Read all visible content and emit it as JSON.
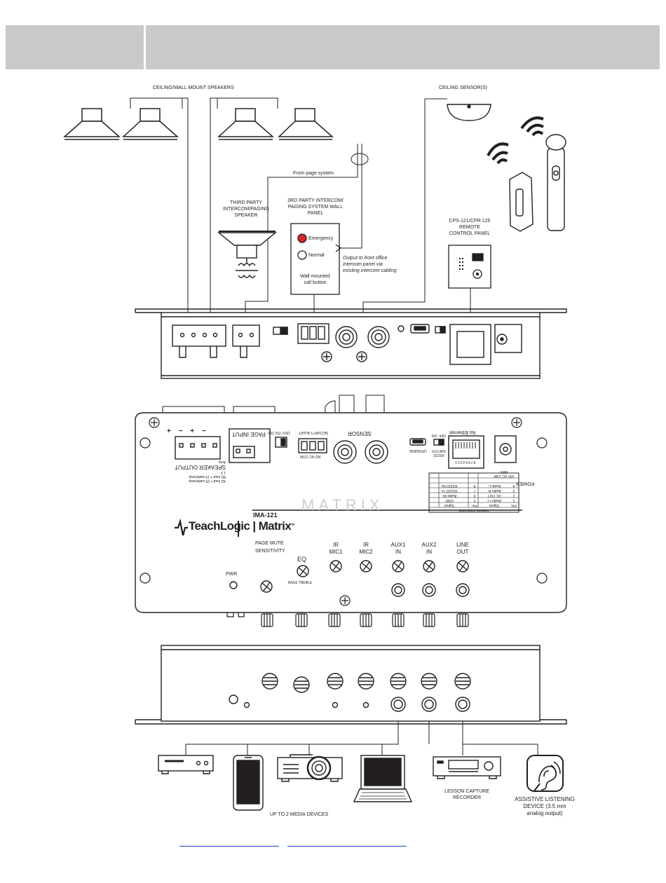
{
  "labels": {
    "speakers": "CEILING/WALL MOUNT SPEAKERS",
    "sensor": "CEILING SENSOR(S)",
    "from_page": "From page system",
    "third_party_speaker": [
      "THIRD PARTY",
      "INTERCOM/PAGING",
      "SPEAKER"
    ],
    "intercom_panel": [
      "3RD PARTY INTERCOM/",
      "PAGING SYSTEM WALL",
      "PANEL"
    ],
    "emergency": "Emergency",
    "normal": "Normal",
    "wall_button": [
      "Wall mounted",
      "call button"
    ],
    "output_front": [
      "Output to front office",
      "intercom panel via",
      "existing intercom cabling"
    ],
    "remote_panel": [
      "CPS-121/CPR-125",
      "REMOTE",
      "CONTROL PANEL"
    ],
    "media_devices": "UP TO 2 MEDIA DEVICES",
    "lesson_capture": [
      "LESSON CAPTURE",
      "RECORDER"
    ],
    "assistive": [
      "ASSISTIVE LISTENING",
      "DEVICE (3.5 mm",
      "analog output)"
    ]
  },
  "front_panel": {
    "brand": "TeachLogic | Matrix",
    "tm": "TM",
    "model": "IMA-121",
    "pwr": "PWR",
    "page_mute": "PAGE MUTE",
    "sensitivity": "SENSITIVITY",
    "eq": "EQ",
    "bass_treble": "BASS  TREBLE",
    "knobs": [
      {
        "l1": "IR",
        "l2": "MIC1"
      },
      {
        "l1": "IR",
        "l2": "MIC2"
      },
      {
        "l1": "AUX1",
        "l2": "IN"
      },
      {
        "l1": "AUX2",
        "l2": "IN"
      },
      {
        "l1": "LINE",
        "l2": "OUT"
      }
    ],
    "watermark": "MATRIX"
  },
  "top_panel": {
    "speaker_polarity": "+  −  +  −",
    "speaker_output": "SPEAKER OUTPUT",
    "speaker_note1": "4Ω load = 25 watts/amp",
    "speaker_note2": "8Ω load = 15 watts/amp",
    "amp": "Amp",
    "amp_nums": "1          2",
    "page_input": "PAGE INPUT",
    "volts": "120V  70V  25V",
    "security_alert": "SECURITY ALERT",
    "no_nc_com": "NO  NC  COM",
    "sensor": "SENSOR",
    "upgrade": "UPGRADE",
    "rs232_switch": "RS232 SWITCH",
    "on": "ON",
    "off": "OFF",
    "no_ethernet": "No Ethernet",
    "rj_pins": "87654321",
    "power": "POWER",
    "power_spec": "18V DC 3.8A MAX",
    "pin_table_title": "Remote Panel Port",
    "pin_table_header": [
      "Pin",
      "Signal",
      "Pin",
      "Signal"
    ],
    "pin_table_rows": [
      [
        "1",
        "Audio L+",
        "5",
        "GND"
      ],
      [
        "2",
        "DC OUT",
        "6",
        "Audio R+"
      ],
      [
        "3",
        "Audio R-",
        "7",
        "RS232 Tx"
      ],
      [
        "4",
        "Audio L-",
        "8",
        "RS232 Rx"
      ]
    ]
  },
  "colors": {
    "emergency_led": "#d7262b",
    "header_bar": "#c9c9c9",
    "link": "#1a3fd6"
  },
  "icons": [
    "speaker-icon",
    "sensor-icon",
    "mic-icon",
    "pendant-mic-icon",
    "media-player-icon",
    "phone-icon",
    "projector-icon",
    "laptop-icon",
    "recorder-icon",
    "hearing-icon"
  ]
}
